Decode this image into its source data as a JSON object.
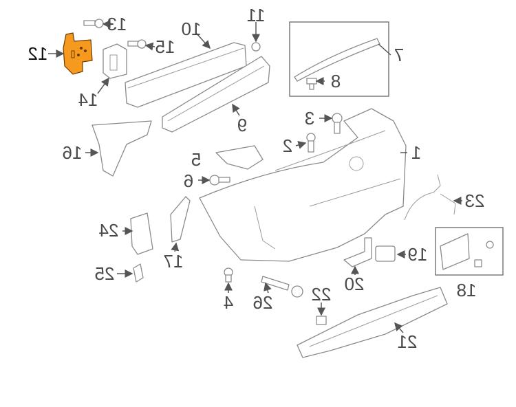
{
  "diagram": {
    "title": "Front bumper & components parts diagram",
    "highlight_color": "#f59a1f",
    "highlighted_part": "12",
    "callouts": [
      "1",
      "2",
      "3",
      "4",
      "5",
      "6",
      "7",
      "8",
      "9",
      "10",
      "11",
      "12",
      "13",
      "14",
      "15",
      "16",
      "17",
      "18",
      "19",
      "20",
      "21",
      "22",
      "23",
      "24",
      "25",
      "26"
    ]
  }
}
